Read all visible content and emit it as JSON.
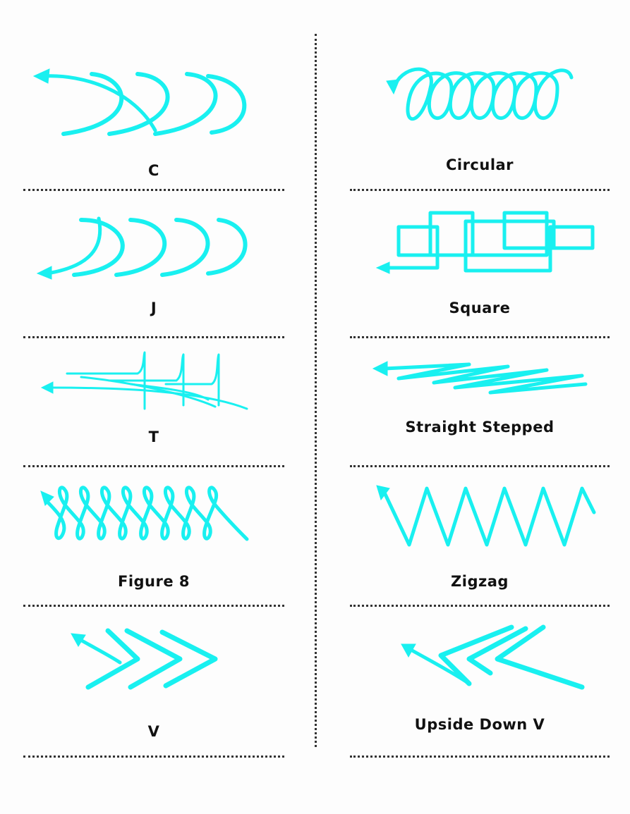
{
  "accent_color": "#19f0f0",
  "patterns": [
    {
      "id": "c",
      "label": "C",
      "icon": "c-pattern-icon"
    },
    {
      "id": "circular",
      "label": "Circular",
      "icon": "circular-pattern-icon"
    },
    {
      "id": "j",
      "label": "J",
      "icon": "j-pattern-icon"
    },
    {
      "id": "square",
      "label": "Square",
      "icon": "square-pattern-icon"
    },
    {
      "id": "t",
      "label": "T",
      "icon": "t-pattern-icon"
    },
    {
      "id": "straight_stepped",
      "label": "Straight Stepped",
      "icon": "straight-stepped-pattern-icon"
    },
    {
      "id": "figure8",
      "label": "Figure 8",
      "icon": "figure-8-pattern-icon"
    },
    {
      "id": "zigzag",
      "label": "Zigzag",
      "icon": "zigzag-pattern-icon"
    },
    {
      "id": "v",
      "label": "V",
      "icon": "v-pattern-icon"
    },
    {
      "id": "upside_down_v",
      "label": "Upside Down V",
      "icon": "upside-down-v-pattern-icon"
    }
  ]
}
